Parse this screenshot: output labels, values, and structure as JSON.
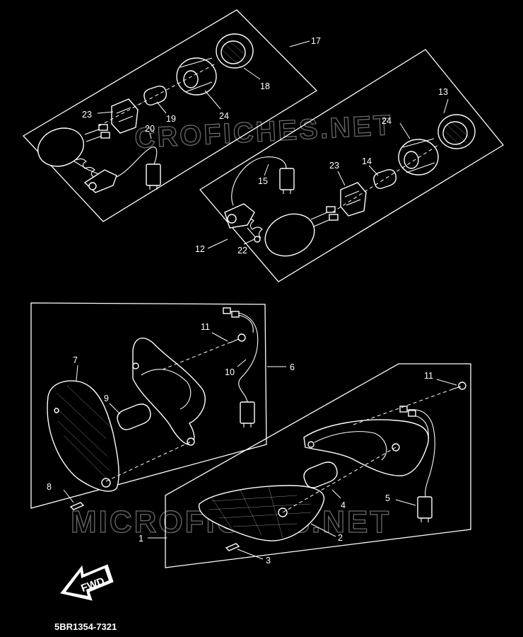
{
  "diagram": {
    "watermark_top": "CROFICHES.NET",
    "watermark_bottom": "MICROFICHES.NET",
    "fwd_label": "FWD",
    "drawing_code": "5BR1354-7321",
    "callouts": {
      "p17": "17",
      "p18": "18",
      "p19": "19",
      "p20": "20",
      "p23a": "23",
      "p24a": "24",
      "p13": "13",
      "p24b": "24",
      "p14": "14",
      "p23b": "23",
      "p15": "15",
      "p12": "12",
      "p22": "22",
      "p11a": "11",
      "p6": "6",
      "p10": "10",
      "p7": "7",
      "p9": "9",
      "p8": "8",
      "p11b": "11",
      "p5": "5",
      "p4": "4",
      "p2": "2",
      "p1": "1",
      "p3": "3"
    }
  }
}
